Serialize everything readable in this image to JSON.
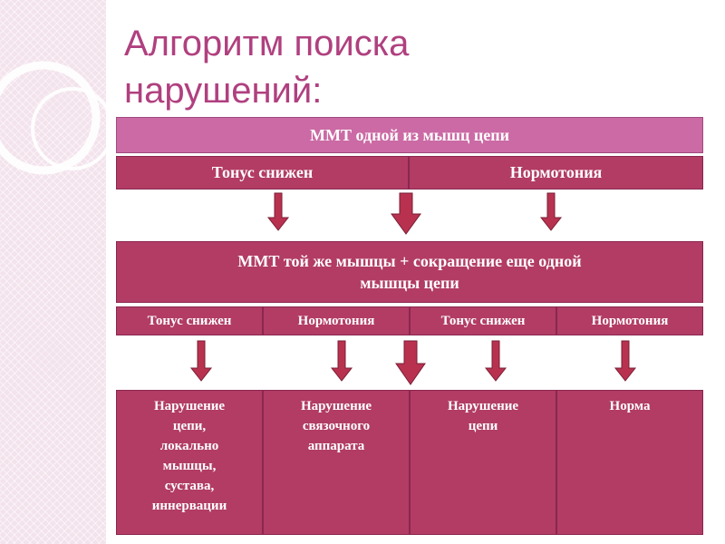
{
  "title": {
    "line1": "Алгоритм поиска",
    "line2": "нарушений:"
  },
  "step1": {
    "header": "ММТ одной из мышц цепи",
    "options": [
      "Тонус снижен",
      "Нормотония"
    ]
  },
  "step2": {
    "header_line1": "ММТ той же мышцы + сокращение еще одной",
    "header_line2": "мышцы цепи",
    "options": [
      "Тонус снижен",
      "Нормотония",
      "Тонус снижен",
      "Нормотония"
    ]
  },
  "results": [
    {
      "lines": [
        "Нарушение",
        "цепи,",
        "локально",
        "мышцы,",
        "сустава,",
        "иннервации"
      ]
    },
    {
      "lines": [
        "Нарушение",
        "связочного",
        "аппарата"
      ]
    },
    {
      "lines": [
        "Нарушение",
        "цепи"
      ]
    },
    {
      "lines": [
        "Норма"
      ]
    }
  ],
  "colors": {
    "title": "#b0407f",
    "header_pink": "#cb6aa4",
    "box_crimson": "#b23c64",
    "arrow": "#b8324f",
    "background_strip": "#f3e3ec"
  }
}
